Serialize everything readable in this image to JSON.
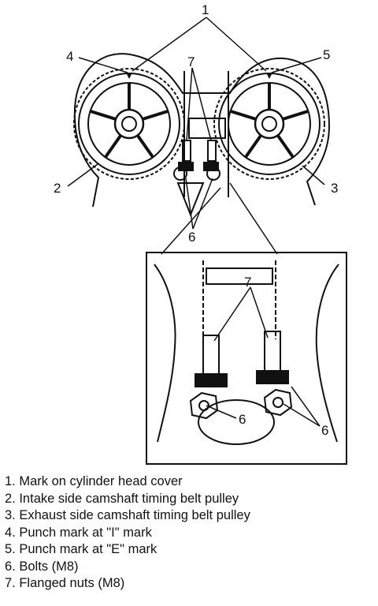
{
  "callouts": {
    "n1": "1",
    "n2": "2",
    "n3": "3",
    "n4": "4",
    "n5": "5",
    "n6_main": "6",
    "n7_main": "7",
    "n7_detail": "7",
    "n6_detail_left": "6",
    "n6_detail_right": "6"
  },
  "legend": [
    "1. Mark on cylinder head cover",
    "2. Intake side camshaft timing belt pulley",
    "3. Exhaust side camshaft timing belt pulley",
    "4. Punch mark at \"I\" mark",
    "5. Punch mark at \"E\" mark",
    "6. Bolts (M8)",
    "7. Flanged nuts (M8)"
  ],
  "colors": {
    "ink": "#111111",
    "background": "#ffffff"
  }
}
